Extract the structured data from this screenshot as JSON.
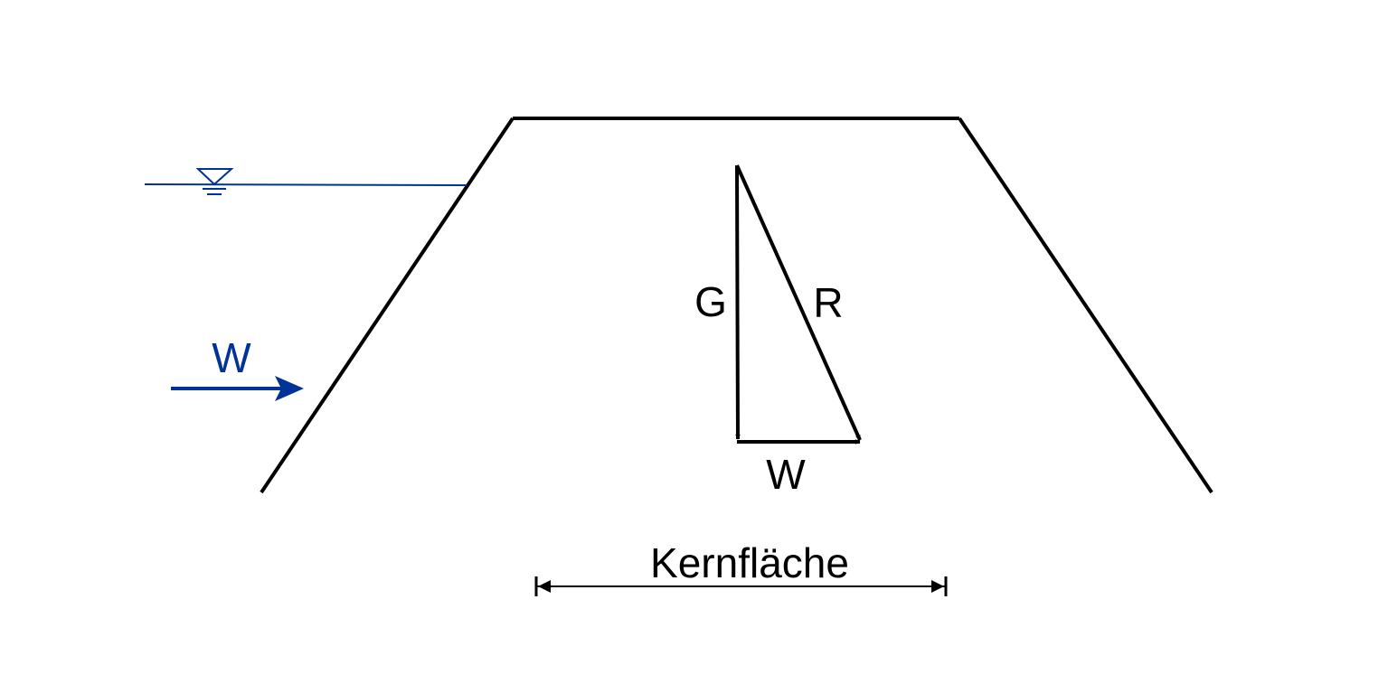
{
  "colors": {
    "structure": "#000000",
    "water": "#003399",
    "background": "#ffffff"
  },
  "labels": {
    "water_force": "W",
    "weight": "G",
    "resultant": "R",
    "horizontal_force": "W",
    "core_area": "Kernfläche"
  },
  "icons": {
    "water_level": "water-level-triangle-icon"
  }
}
